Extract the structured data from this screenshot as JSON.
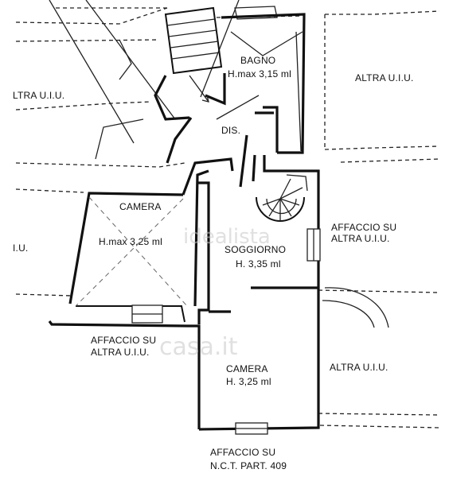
{
  "labels": {
    "bagno": "BAGNO",
    "bagno_h": "H.max 3,15 ml",
    "dis": "DIS.",
    "camera1": "CAMERA",
    "camera1_h": "H.max 3,25 ml",
    "soggiorno": "SOGGIORNO",
    "soggiorno_h": "H. 3,35 ml",
    "camera2": "CAMERA",
    "camera2_h": "H. 3,25 ml",
    "altra_top_right": "ALTRA U.I.U.",
    "altra_left_top": "LTRA U.I.U.",
    "altra_left_mid": "I.U.",
    "altra_bottom_right": "ALTRA U.I.U.",
    "affaccio_right_1": "AFFACCIO SU",
    "affaccio_right_2": "ALTRA U.I.U.",
    "affaccio_left_1": "AFFACCIO SU",
    "affaccio_left_2": "ALTRA U.I.U.",
    "affaccio_bottom_1": "AFFACCIO SU",
    "affaccio_bottom_2": "N.C.T. PART. 409"
  },
  "watermarks": {
    "idealista": "idealista",
    "casa": "casa.it"
  }
}
